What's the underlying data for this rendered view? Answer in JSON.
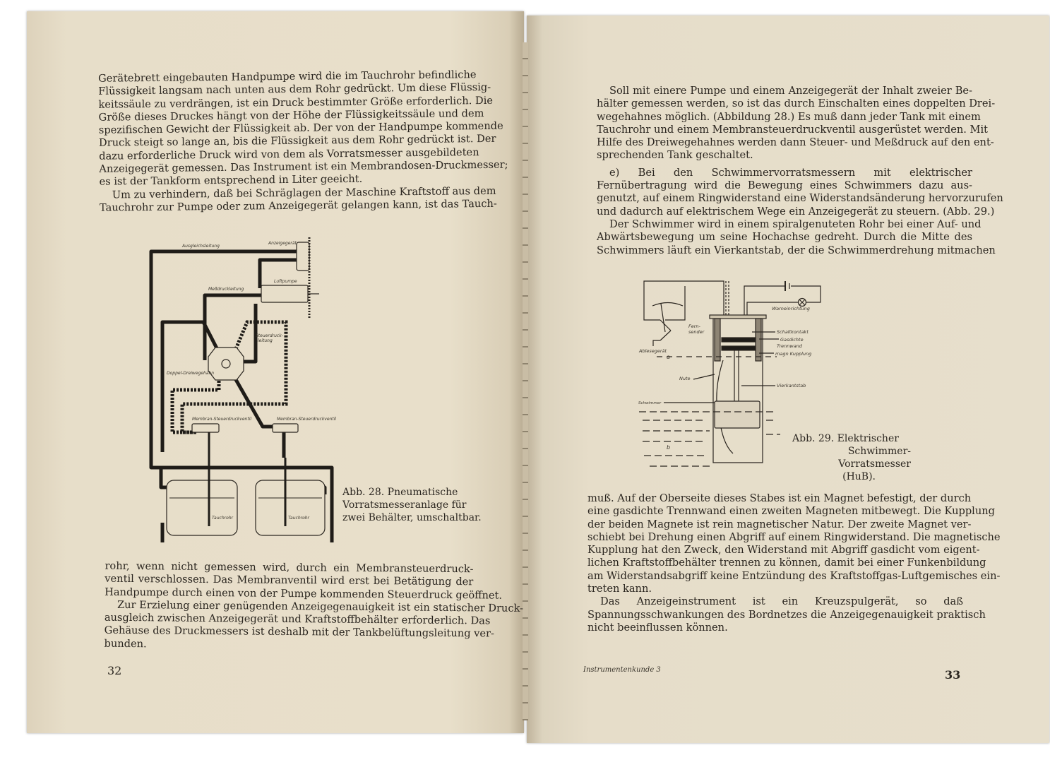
{
  "left_page": {
    "top_lines": [
      "Gerätebrett eingebauten Handpumpe wird die im Tauchrohr befindliche",
      "Flüssigkeit langsam nach unten aus dem Rohr gedrückt. Um diese Flüssig-",
      "keitssäule zu verdrängen, ist ein Druck bestimmter Größe erforderlich. Die",
      "Größe dieses Druckes hängt von der Höhe der Flüssigkeitssäule und dem",
      "spezifischen Gewicht der Flüssigkeit ab. Der von der Handpumpe kommende",
      "Druck steigt so lange an, bis die Flüssigkeit aus dem Rohr gedrückt ist. Der",
      "dazu erforderliche Druck wird von dem als Vorratsmesser ausgebildeten",
      "Anzeigegerät gemessen. Das Instrument ist ein Membrandosen-Druckmesser;",
      "es ist der Tankform entsprechend in Liter geeicht.",
      "Um zu verhindern, daß bei Schräglagen der Maschine Kraftstoff aus dem",
      "Tauchrohr zur Pumpe oder zum Anzeigegerät gelangen kann, ist das Tauch-"
    ],
    "figure": {
      "labels": {
        "ausgleichsleitung": "Ausgleichsleitung",
        "anzeigegeraet": "Anzeigegerät",
        "luftpumpe": "Luftpumpe",
        "messdruckleitung": "Meßdruckleitung",
        "steuerdruckleitung_1": "Steuerdruck-",
        "steuerdruckleitung_2": "leitung",
        "dreiwegehahn": "Doppel-Dreiwegehahn",
        "membranventil_left": "Membran-Steuerdruckventil",
        "membranventil_right": "Membran-Steuerdruckventil",
        "tauchrohr_left": "Tauchrohr",
        "tauchrohr_right": "Tauchrohr"
      },
      "caption": [
        "Abb. 28. Pneumatische",
        "Vorratsmesseranlage für",
        "zwei Behälter, umschaltbar."
      ]
    },
    "bottom_lines": [
      "rohr, wenn nicht gemessen wird, durch ein Membransteuerdruck-",
      "ventil verschlossen. Das Membranventil wird erst bei Betätigung der",
      "Handpumpe durch einen von der Pumpe kommenden Steuerdruck geöffnet.",
      "Zur Erzielung einer genügenden Anzeigegenauigkeit ist ein statischer Druck-",
      "ausgleich zwischen Anzeigegerät und Kraftstoffbehälter erforderlich. Das",
      "Gehäuse des Druckmessers ist deshalb mit der Tankbelüftungsleitung ver-",
      "bunden."
    ],
    "page_number": "32"
  },
  "right_page": {
    "top_lines": [
      "Soll mit einere Pumpe und einem Anzeigegerät der Inhalt zweier Be-",
      "hälter gemessen werden, so ist das durch Einschalten eines doppelten Drei-",
      "wegehahnes möglich. (Abbildung 28.) Es muß dann jeder Tank mit einem",
      "Tauchrohr und einem Membransteuerdruckventil ausgerüstet werden. Mit",
      "Hilfe des Dreiwegehahnes werden dann Steuer- und Meßdruck auf den ent-",
      "sprechenden Tank geschaltet.",
      "e) Bei den Schwimmervorratsmessern mit elektrischer",
      "Fernübertragung wird die Bewegung eines Schwimmers dazu aus-",
      "genutzt, auf einem Ringwiderstand eine Widerstandsänderung hervorzurufen",
      "und dadurch auf elektrischem Wege ein Anzeigegerät zu steuern. (Abb. 29.)",
      "Der Schwimmer wird in einem spiralgenuteten Rohr bei einer Auf- und",
      "Abwärtsbewegung um seine Hochachse gedreht. Durch die Mitte des",
      "Schwimmers läuft ein Vierkantstab, der die Schwimmerdrehung mitmachen"
    ],
    "figure": {
      "labels": {
        "warneinrichtung": "Warneinrichtung",
        "fernsender_1": "Fern-",
        "fernsender_2": "sender",
        "schaltkontakt": "Schaltkontakt",
        "gasdichte": "Gasdichte",
        "trennwand": "Trennwand",
        "magn_kupplung": "magn Kupplung",
        "ablesegeraet": "Ablesegerät",
        "level_a": "a",
        "nute": "Nute",
        "vierkantstab": "Vierkantstab",
        "schwimmer": "Schwimmer",
        "level_b": "b"
      },
      "caption": [
        "Abb. 29. Elektrischer",
        "Schwimmer-Vorratsmesser",
        "(HuB)."
      ]
    },
    "bottom_lines": [
      "muß. Auf der Oberseite dieses Stabes ist ein Magnet befestigt, der durch",
      "eine gasdichte Trennwand einen zweiten Magneten mitbewegt. Die Kupplung",
      "der beiden Magnete ist rein magnetischer Natur. Der zweite Magnet ver-",
      "schiebt bei Drehung einen Abgriff auf einem Ringwiderstand. Die magnetische",
      "Kupplung hat den Zweck, den Widerstand mit Abgriff gasdicht vom eigent-",
      "lichen Kraftstoffbehälter trennen zu können, damit bei einer Funkenbildung",
      "am Widerstandsabgriff keine Entzündung des Kraftstoffgas-Luftgemisches ein-",
      "treten kann.",
      "Das Anzeigeinstrument ist ein Kreuzspulgerät, so daß",
      "Spannungsschwankungen des Bordnetzes die Anzeigegenauigkeit praktisch",
      "nicht beeinflussen können."
    ],
    "signature_mark": "Instrumentenkunde 3",
    "page_number": "33"
  },
  "colors": {
    "paper": "#e7dec9",
    "ink": "#2b2620"
  }
}
